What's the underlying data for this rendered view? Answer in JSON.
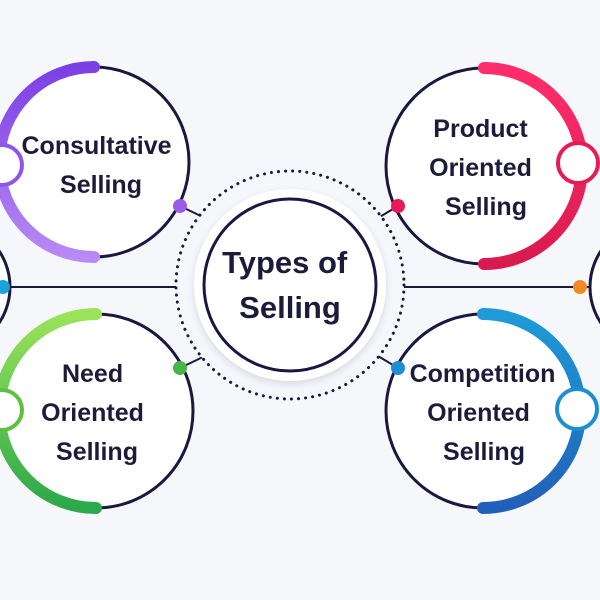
{
  "title_lines": [
    "Types of",
    "Selling"
  ],
  "nodes": [
    {
      "id": "consultative",
      "lines": [
        "Consultative",
        "Selling"
      ],
      "color_start": "#7b3fe4",
      "color_end": "#b88af5"
    },
    {
      "id": "product",
      "lines": [
        "Product",
        "Oriented",
        "Selling"
      ],
      "color_start": "#ff2d6b",
      "color_end": "#d81b4f"
    },
    {
      "id": "need",
      "lines": [
        "Need",
        "Oriented",
        "Selling"
      ],
      "color_start": "#9be35a",
      "color_end": "#2aa84a"
    },
    {
      "id": "competition",
      "lines": [
        "Competition",
        "Oriented",
        "Selling"
      ],
      "color_start": "#1e9bd7",
      "color_end": "#2160b8"
    }
  ],
  "colors": {
    "ring_dark": "#1b1740",
    "line": "#1b1740",
    "background": "#f6f7fb",
    "accent_orange": "#f08a24",
    "accent_cyan": "#1aa3d8"
  }
}
